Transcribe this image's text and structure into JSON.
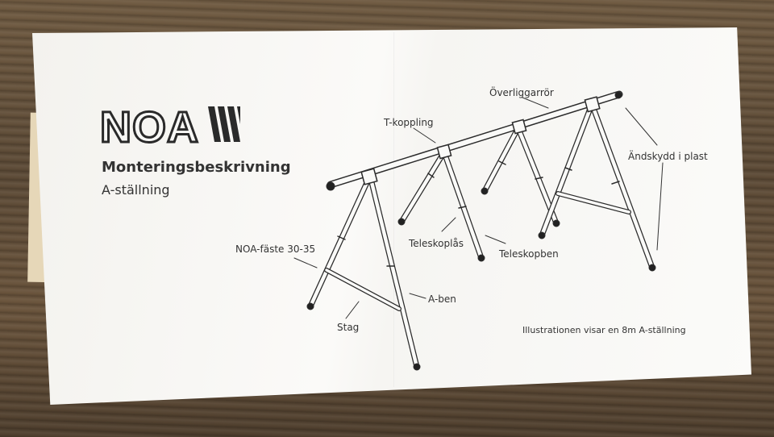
{
  "brand": {
    "logo_text": "NOA"
  },
  "document": {
    "title": "Monteringsbeskrivning",
    "subtitle": "A-ställning"
  },
  "labels": {
    "overligg": "Överliggarrör",
    "tkoppling": "T-koppling",
    "andskydd": "Ändskydd i plast",
    "noafaste": "NOA-fäste 30-35",
    "teleskoplas": "Teleskoplås",
    "teleskopben": "Teleskopben",
    "aben": "A-ben",
    "stag": "Stag"
  },
  "note": "Illustrationen visar en 8m A-ställning",
  "colors": {
    "paper": "#f7f6f3",
    "ink": "#333333",
    "table": "#5f4c37"
  }
}
